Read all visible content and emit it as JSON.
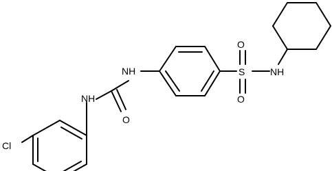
{
  "colors": {
    "bond": "#000000",
    "label": "#000000",
    "background": "#ffffff"
  },
  "atoms": {
    "cl": "Cl",
    "nh_lower": "NH",
    "o_carbonyl": "O",
    "nh_upper": "NH",
    "s": "S",
    "o_top": "O",
    "o_bottom": "O",
    "nh_sulfonamide": "NH"
  }
}
